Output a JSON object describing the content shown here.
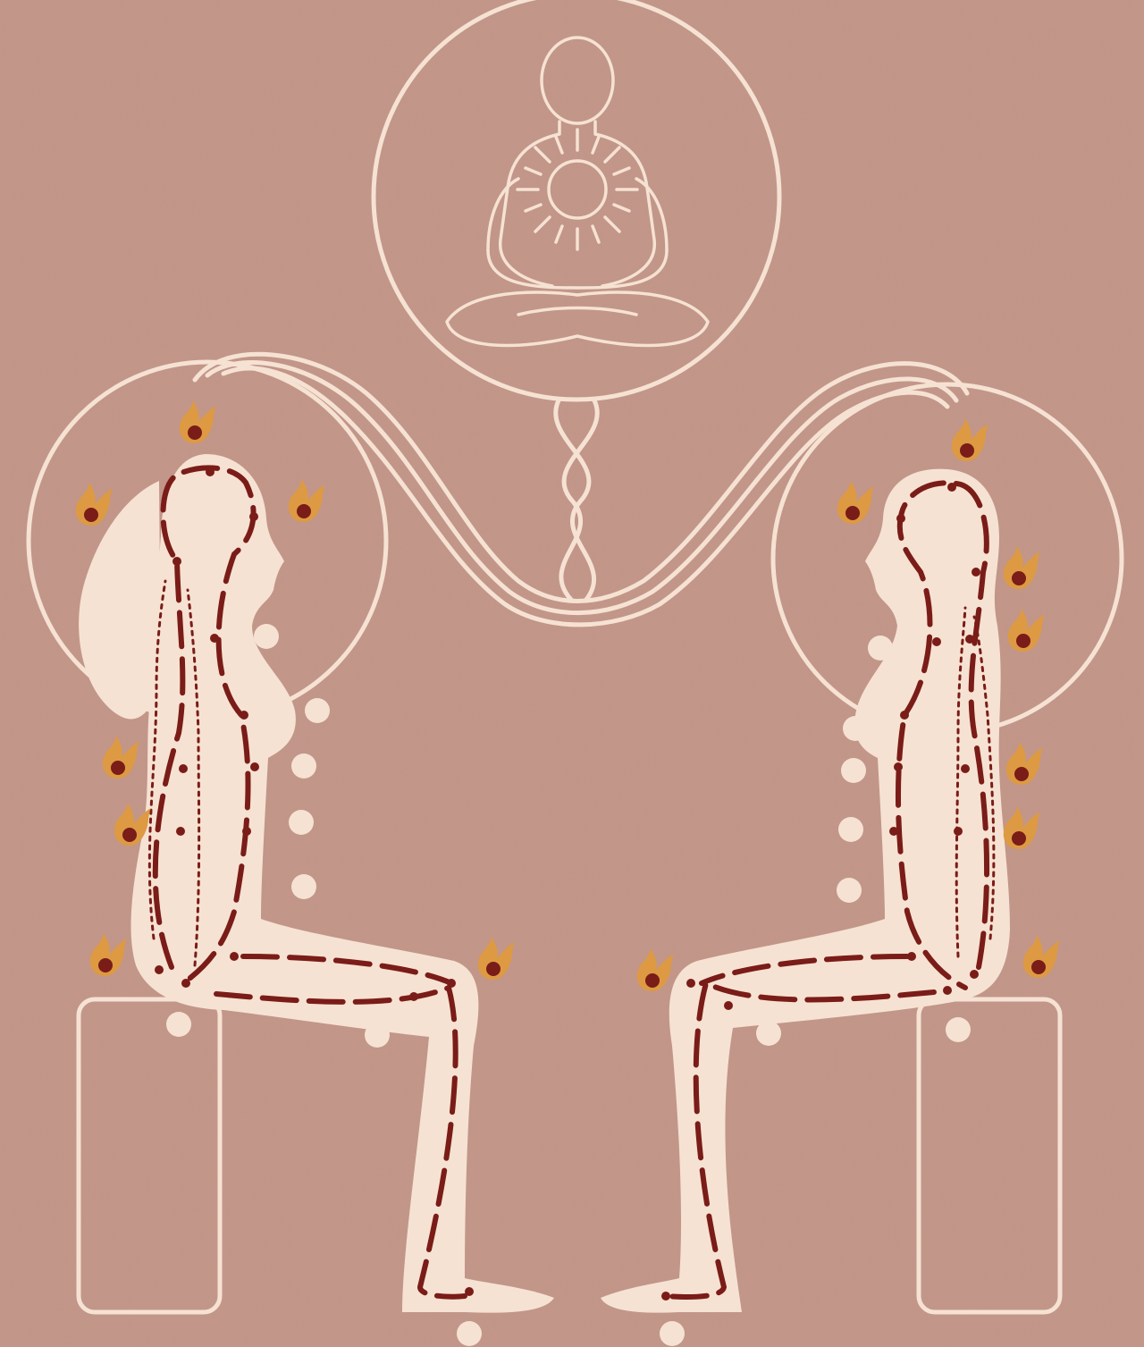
{
  "illustration": {
    "palette": {
      "background": "#c3978a",
      "line": "#f6e2d2",
      "energy": "#7a1c18",
      "flame": "#dd9a43"
    },
    "figures": [
      {
        "name": "seated-woman",
        "facing": "right"
      },
      {
        "name": "seated-man",
        "facing": "left"
      }
    ],
    "center_motif": "meditating-figure-with-radiant-sun",
    "connection": "braided-cord-linking-auras",
    "icons": [
      "flame-icon",
      "chakra-dot-icon",
      "energy-node-icon"
    ]
  }
}
